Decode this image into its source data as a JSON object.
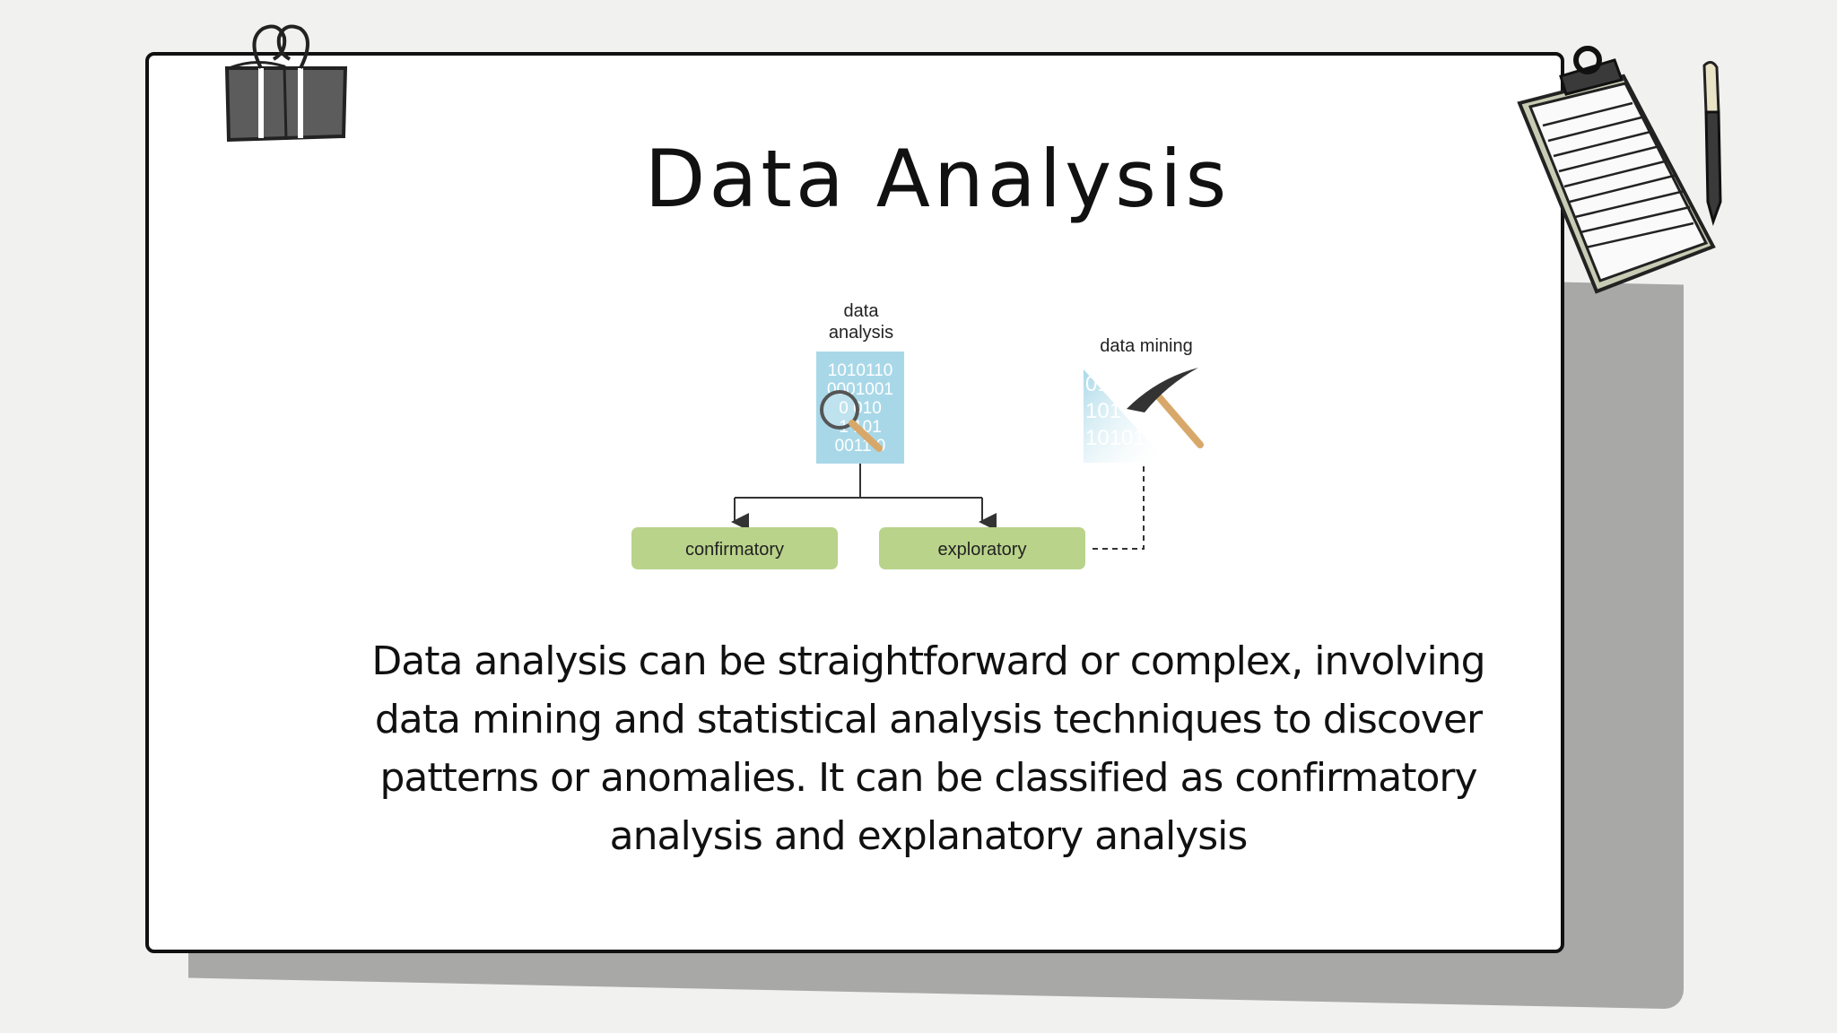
{
  "slide": {
    "title": "Data Analysis",
    "body": "Data analysis can be straightforward or complex, involving data mining  and statistical analysis techniques to discover patterns or anomalies. It can  be classified as confirmatory analysis and explanatory analysis"
  },
  "diagram": {
    "root_label_line1": "data",
    "root_label_line2": "analysis",
    "root_binary": [
      "1010110",
      "0001001",
      "0  010",
      "1  101",
      "0011  0"
    ],
    "mining_label": "data mining",
    "mining_binary": [
      "01",
      "101",
      "10101"
    ],
    "children": [
      "confirmatory",
      "exploratory"
    ]
  },
  "colors": {
    "node_fill": "#b9d38a",
    "data_block": "#a8d8e8",
    "card_border": "#111111",
    "shadow": "#a8a8a6"
  },
  "icons": [
    "binder-clip-icon",
    "clipboard-icon",
    "pen-icon",
    "magnifier-icon",
    "pickaxe-icon"
  ]
}
